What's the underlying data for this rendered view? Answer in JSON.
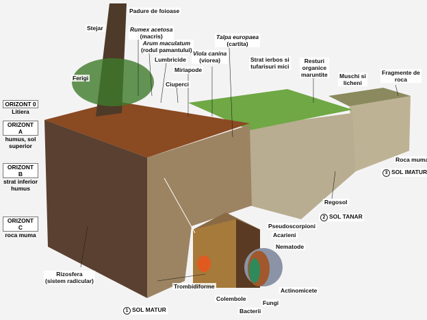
{
  "horizons": [
    {
      "title": "ORIZONT 0",
      "desc": [
        "Litiera"
      ]
    },
    {
      "title": "ORIZONT A",
      "desc": [
        "humus, sol",
        "superior"
      ]
    },
    {
      "title": "ORIZONT B",
      "desc": [
        "strat inferior",
        "humus"
      ]
    },
    {
      "title": "ORIZONT C",
      "desc": [
        "roca muma"
      ]
    }
  ],
  "labels": {
    "padure": "Padure de foioase",
    "stejar": "Stejar",
    "rumex": "Rumex acetosa",
    "rumex_common": "(macris)",
    "arum": "Arum maculatum",
    "arum_common": "(rodul pamantului)",
    "lumbricide": "Lumbricide",
    "miriapode": "Miriapode",
    "ciuperci": "Ciuperci",
    "ferigi": "Ferigi",
    "viola": "Viola canina",
    "viola_common": "(viorea)",
    "talpa": "Talpa europaea",
    "talpa_common": "(cartita)",
    "strat1": "Strat ierbos si",
    "strat2": "tufarisuri mici",
    "resturi1": "Resturi",
    "resturi2": "organice",
    "resturi3": "maruntite",
    "muschi1": "Muschi si",
    "muschi2": "licheni",
    "fragmente1": "Fragmente de",
    "fragmente2": "roca",
    "roca_muma": "Roca muma",
    "regosol": "Regosol",
    "rizosfera1": "Rizosfera",
    "rizosfera2": "(sistem radicular)",
    "pseudoscorpioni": "Pseudoscorpioni",
    "acarieni": "Acarieni",
    "nematode": "Nematode",
    "actinomicete": "Actinomicete",
    "fungi": "Fungi",
    "bacterii": "Bacterii",
    "colembole": "Colembole",
    "trombidiforme": "Trombidiforme"
  },
  "soils": [
    {
      "num": "1",
      "name": "SOL  MATUR"
    },
    {
      "num": "2",
      "name": "SOL  TANAR"
    },
    {
      "num": "3",
      "name": "SOL  IMATUR"
    }
  ]
}
